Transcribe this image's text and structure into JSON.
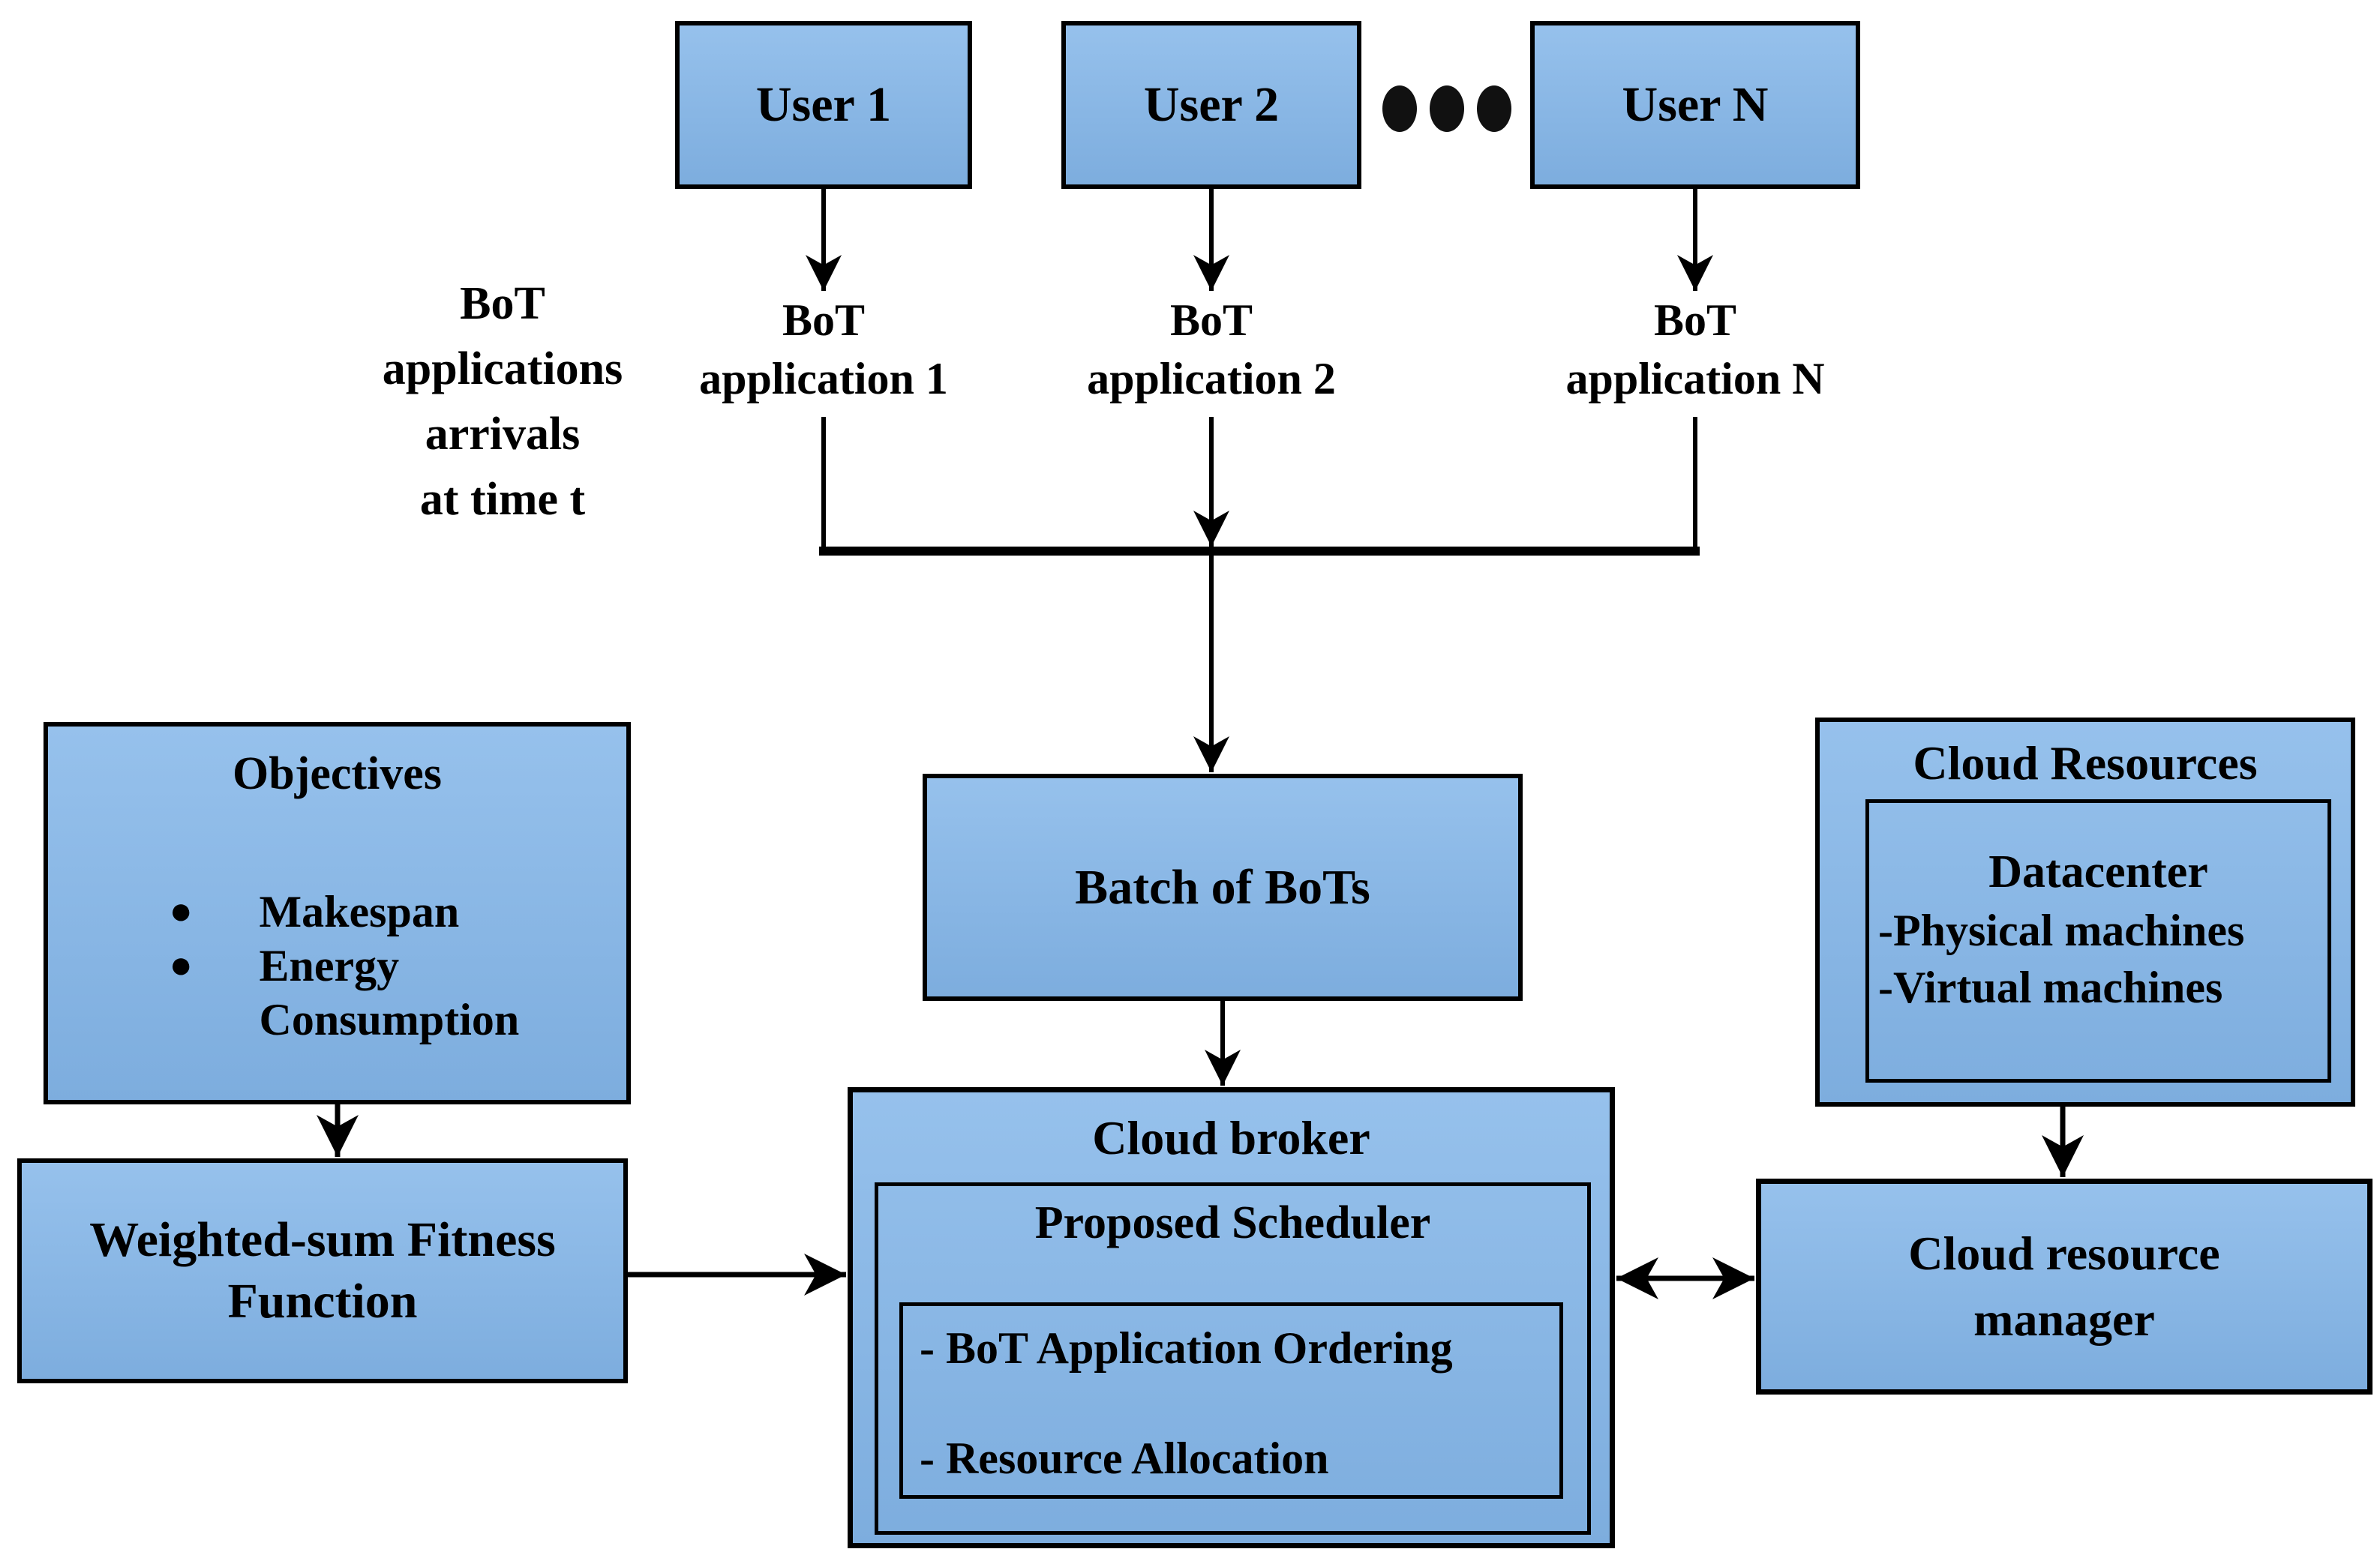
{
  "colors": {
    "box_fill_top": "#96c1ec",
    "box_fill_bottom": "#7dadde",
    "border": "#000000",
    "line": "#000000",
    "text": "#000000",
    "background": "#ffffff",
    "ellipsis_dot": "#111111"
  },
  "top_row": {
    "users": [
      {
        "label": "User 1"
      },
      {
        "label": "User 2"
      },
      {
        "label": "User N"
      }
    ],
    "ellipsis_icon": "horizontal-ellipsis"
  },
  "arrival_note": {
    "lines": [
      "BoT",
      "applications",
      "arrivals",
      "at time t"
    ]
  },
  "bot_apps": [
    {
      "line1": "BoT",
      "line2": "application 1"
    },
    {
      "line1": "BoT",
      "line2": "application 2"
    },
    {
      "line1": "BoT",
      "line2": "application N"
    }
  ],
  "batch": {
    "label": "Batch of BoTs"
  },
  "objectives": {
    "title": "Objectives",
    "bullet_glyph": "●",
    "bullets": [
      "Makespan",
      "Energy Consumption"
    ]
  },
  "fitness": {
    "line1": "Weighted-sum Fitness",
    "line2": "Function"
  },
  "broker": {
    "title": "Cloud broker",
    "scheduler_title": "Proposed Scheduler",
    "functions": [
      "- BoT Application Ordering",
      "-  Resource Allocation"
    ]
  },
  "cloud_resources": {
    "title": "Cloud Resources",
    "datacenter": "Datacenter",
    "items": [
      "-Physical machines",
      "-Virtual machines"
    ]
  },
  "manager": {
    "line1": "Cloud resource",
    "line2": "manager"
  }
}
